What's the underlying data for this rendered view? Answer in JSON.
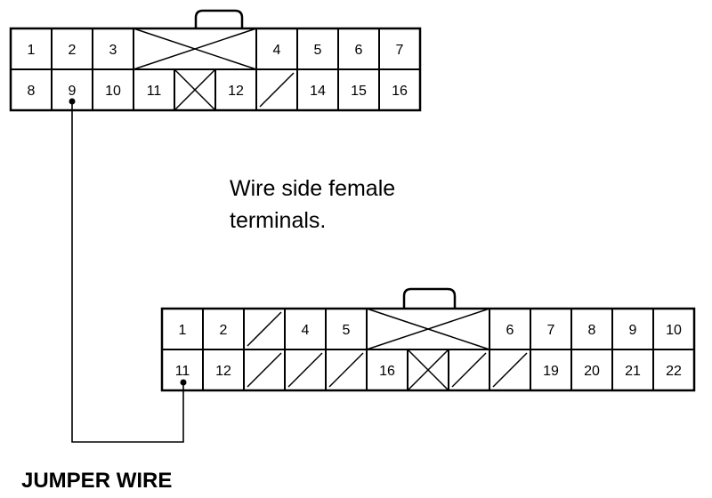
{
  "connector_a": {
    "top_row": [
      "1",
      "2",
      "3",
      "4",
      "5",
      "6",
      "7"
    ],
    "bottom_row": [
      "8",
      "9",
      "10",
      "11",
      "12",
      "14",
      "15",
      "16"
    ]
  },
  "connector_b": {
    "top_row": [
      "1",
      "2",
      "4",
      "5",
      "6",
      "7",
      "8",
      "9",
      "10"
    ],
    "bottom_row": [
      "11",
      "12",
      "16",
      "19",
      "20",
      "21",
      "22"
    ]
  },
  "note": {
    "line1": "Wire side female",
    "line2": "terminals."
  },
  "caption": "JUMPER WIRE"
}
